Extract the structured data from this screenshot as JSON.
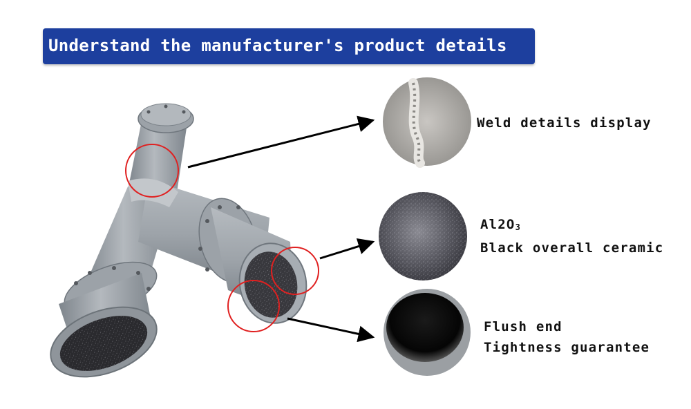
{
  "banner": {
    "title": "Understand the manufacturer's product details",
    "color": "#1d3f9e"
  },
  "callouts": [
    {
      "line1": "Weld details display"
    },
    {
      "formula_main": "Al2O",
      "formula_sub": "3",
      "line2": "Black overall ceramic"
    },
    {
      "line1": "Flush end",
      "line2": "Tightness guarantee"
    }
  ],
  "colors": {
    "pipe": "#9aa0a6",
    "highlight": "#e02020",
    "arrow": "#000000"
  }
}
